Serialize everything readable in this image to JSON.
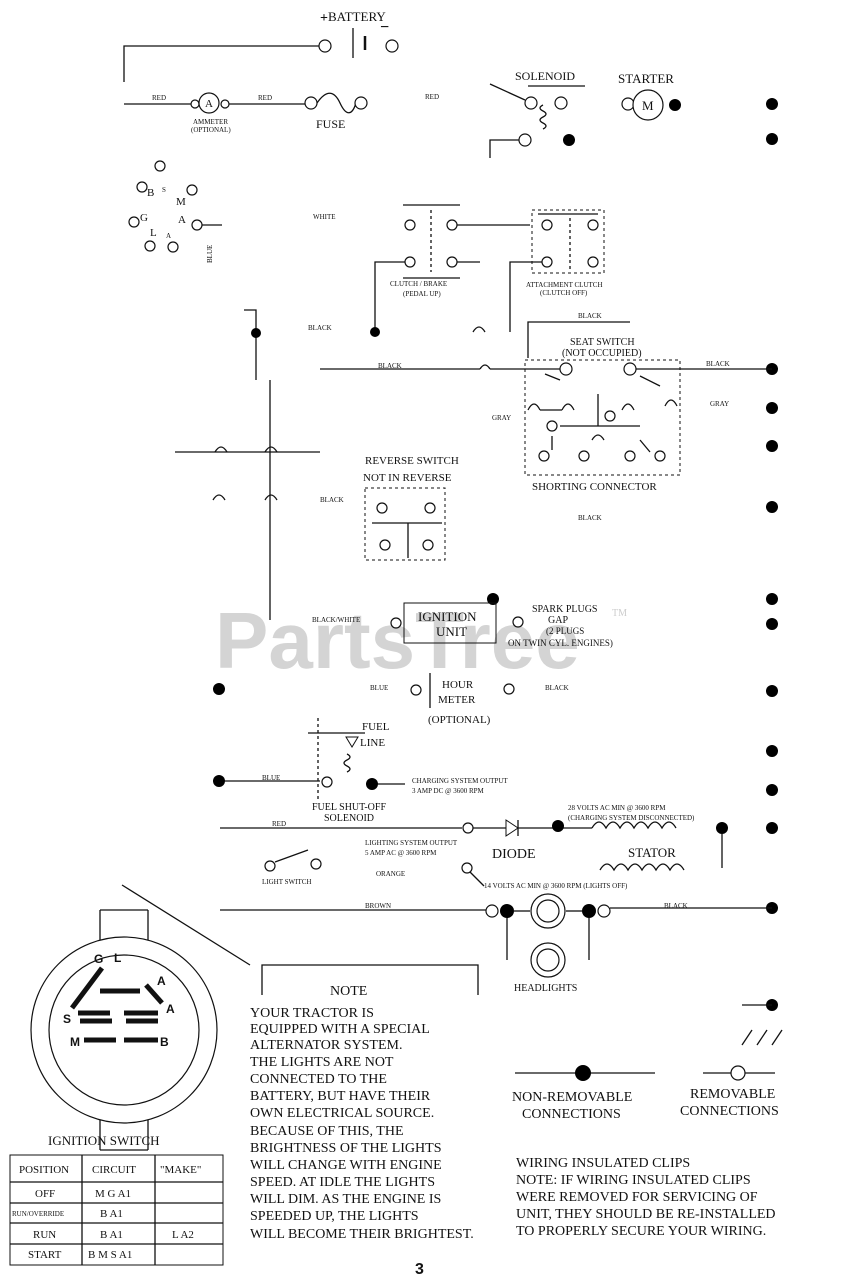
{
  "watermark": {
    "text": "PartsTree",
    "tm": "TM"
  },
  "components": {
    "battery": "BATTERY",
    "solenoid": "SOLENOID",
    "starter": "STARTER",
    "starter_motor": "M",
    "ammeter_symbol": "A",
    "ammeter": "AMMETER",
    "ammeter_optional": "(OPTIONAL)",
    "fuse": "FUSE",
    "clutch_brake": "CLUTCH / BRAKE",
    "clutch_brake_sub": "(PEDAL UP)",
    "attachment_clutch": "ATTACHMENT CLUTCH",
    "attachment_clutch_sub": "(CLUTCH OFF)",
    "seat_switch": "SEAT SWITCH",
    "seat_switch_sub": "(NOT OCCUPIED)",
    "shorting_connector": "SHORTING CONNECTOR",
    "reverse_switch": "REVERSE SWITCH",
    "reverse_switch_sub": "NOT IN REVERSE",
    "ignition_unit_1": "IGNITION",
    "ignition_unit_2": "UNIT",
    "spark_plugs_1": "SPARK PLUGS",
    "spark_plugs_2": "GAP",
    "spark_plugs_3": "(2 PLUGS",
    "spark_plugs_4": "ON TWIN CYL. ENGINES)",
    "hour_meter_1": "HOUR",
    "hour_meter_2": "METER",
    "hour_meter_3": "(OPTIONAL)",
    "fuel_line_1": "FUEL",
    "fuel_line_2": "LINE",
    "fuel_solenoid_1": "FUEL SHUT-OFF",
    "fuel_solenoid_2": "SOLENOID",
    "charging_output_1": "CHARGING SYSTEM OUTPUT",
    "charging_output_2": "3 AMP DC @ 3600 RPM",
    "volts_28_1": "28 VOLTS AC MIN @ 3600 RPM",
    "volts_28_2": "(CHARGING SYSTEM DISCONNECTED)",
    "diode": "DIODE",
    "stator": "STATOR",
    "lighting_output_1": "LIGHTING SYSTEM OUTPUT",
    "lighting_output_2": "5 AMP AC @ 3600 RPM",
    "volts_14": "14 VOLTS AC MIN @ 3600 RPM (LIGHTS OFF)",
    "light_switch": "LIGHT SWITCH",
    "headlights": "HEADLIGHTS"
  },
  "wire_labels": {
    "red": "RED",
    "white": "WHITE",
    "black": "BLACK",
    "gray": "GRAY",
    "blue": "BLUE",
    "black_white": "BLACK/WHITE",
    "orange": "ORANGE",
    "brown": "BROWN"
  },
  "ignition_terminals": {
    "g": "G",
    "l": "L",
    "a1": "A",
    "a2": "A",
    "s": "S",
    "m": "M",
    "b": "B"
  },
  "ignition_switch": {
    "title": "IGNITION SWITCH",
    "headers": [
      "POSITION",
      "CIRCUIT",
      "\"MAKE\""
    ],
    "rows": [
      {
        "position": "OFF",
        "circuit": "M  G  A1",
        "make": ""
      },
      {
        "position": "RUN/OVERRIDE",
        "circuit": "B  A1",
        "make": ""
      },
      {
        "position": "RUN",
        "circuit": "B  A1",
        "make": "L  A2"
      },
      {
        "position": "START",
        "circuit": "B  M  S  A1",
        "make": ""
      }
    ]
  },
  "note": {
    "title": "NOTE",
    "lines": [
      "YOUR TRACTOR IS",
      "EQUIPPED WITH A SPECIAL",
      "ALTERNATOR SYSTEM.",
      "THE LIGHTS ARE NOT",
      "CONNECTED TO THE",
      "BATTERY, BUT HAVE THEIR",
      "OWN ELECTRICAL SOURCE.",
      "BECAUSE OF THIS, THE",
      "BRIGHTNESS OF THE LIGHTS",
      "WILL CHANGE WITH ENGINE",
      "SPEED.  AT IDLE THE LIGHTS",
      "WILL DIM.  AS THE ENGINE IS",
      "SPEEDED UP, THE LIGHTS",
      "WILL BECOME THEIR BRIGHTEST."
    ]
  },
  "legend": {
    "non_removable_1": "NON-REMOVABLE",
    "non_removable_2": "CONNECTIONS",
    "removable_1": "REMOVABLE",
    "removable_2": "CONNECTIONS"
  },
  "clips_note": {
    "lines": [
      "WIRING INSULATED CLIPS",
      "NOTE: IF WIRING INSULATED CLIPS",
      "WERE REMOVED FOR SERVICING OF",
      "UNIT, THEY SHOULD BE RE-INSTALLED",
      "TO PROPERLY SECURE YOUR WIRING."
    ]
  },
  "page_number": "3"
}
